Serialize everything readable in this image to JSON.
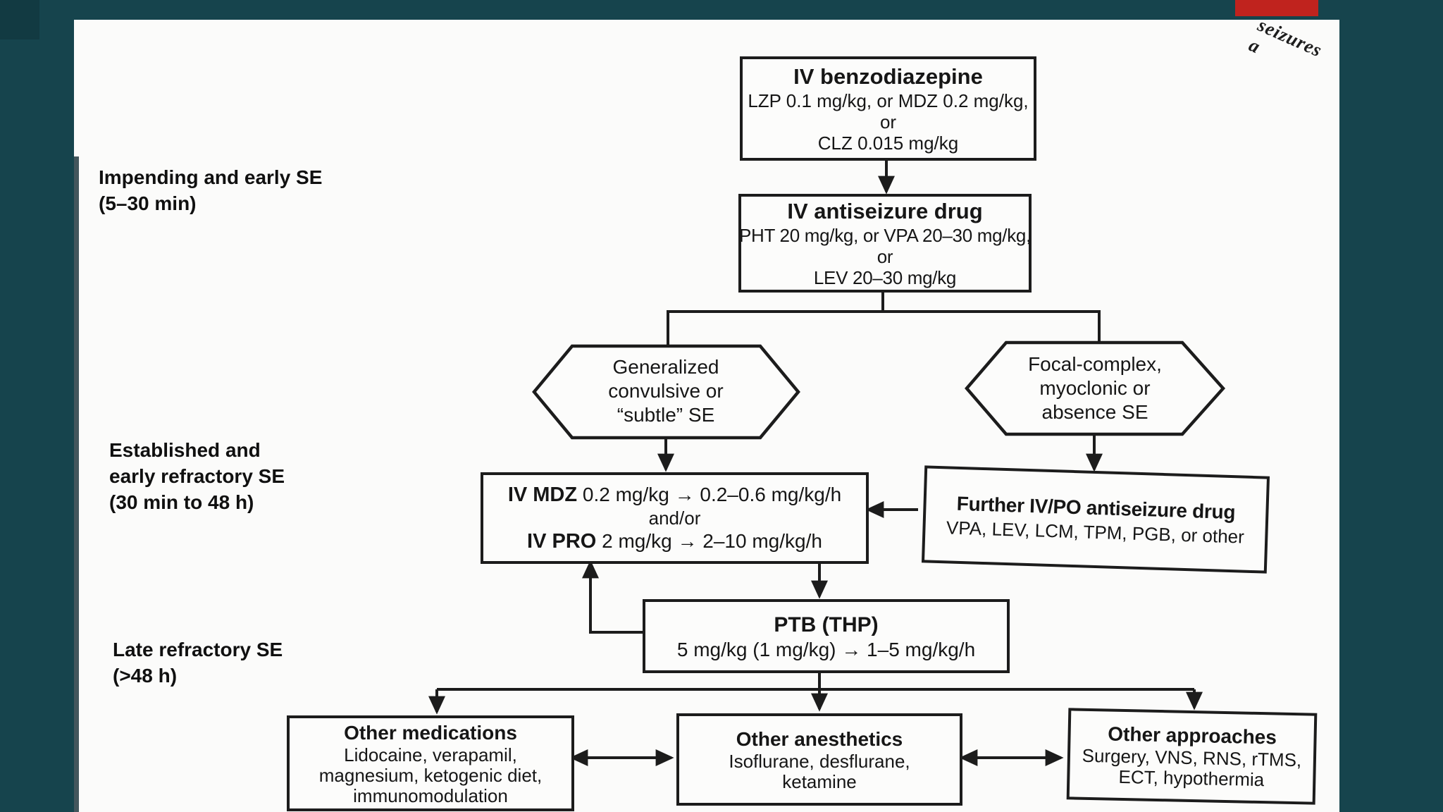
{
  "colors": {
    "slide_background": "#16444d",
    "page_background": "#fbfbfa",
    "ink": "#1c1c1c",
    "accent_red": "#c0231e"
  },
  "corner": {
    "rotated_text": "seizures a"
  },
  "stages": {
    "impending": {
      "line1": "Impending and early SE",
      "line2": "(5–30 min)"
    },
    "established": {
      "line1": "Established and",
      "line2": "early refractory SE",
      "line3": "(30 min to 48 h)"
    },
    "late": {
      "line1": "Late refractory SE",
      "line2": "(>48 h)"
    }
  },
  "flowchart": {
    "benzo": {
      "title": "IV benzodiazepine",
      "lines": [
        "LZP 0.1 mg/kg, or MDZ 0.2 mg/kg,",
        "or",
        "CLZ 0.015 mg/kg"
      ]
    },
    "antiseizure": {
      "title": "IV antiseizure drug",
      "lines": [
        "PHT 20 mg/kg, or VPA 20–30 mg/kg,",
        "or",
        "LEV 20–30 mg/kg"
      ]
    },
    "hex_generalized": {
      "lines": [
        "Generalized",
        "convulsive or",
        "“subtle” SE"
      ]
    },
    "hex_focal": {
      "lines": [
        "Focal-complex,",
        "myoclonic or",
        "absence SE"
      ]
    },
    "mdz_pro": {
      "line1_bold": "IV MDZ",
      "line1_rest": " 0.2 mg/kg → 0.2–0.6 mg/kg/h",
      "line2": "and/or",
      "line3_bold": "IV PRO",
      "line3_rest": " 2 mg/kg → 2–10 mg/kg/h"
    },
    "further": {
      "title": "Further IV/PO antiseizure drug",
      "lines": [
        "VPA, LEV, LCM, TPM, PGB, or other"
      ]
    },
    "ptb": {
      "title": "PTB (THP)",
      "lines": [
        "5 mg/kg (1 mg/kg) → 1–5 mg/kg/h"
      ]
    },
    "other_medications": {
      "title": "Other medications",
      "lines": [
        "Lidocaine, verapamil,",
        "magnesium, ketogenic diet,",
        "immunomodulation"
      ]
    },
    "other_anesthetics": {
      "title": "Other anesthetics",
      "lines": [
        "Isoflurane, desflurane,",
        "ketamine"
      ]
    },
    "other_approaches": {
      "title": "Other approaches",
      "lines": [
        "Surgery, VNS, RNS, rTMS,",
        "ECT, hypothermia"
      ]
    }
  }
}
